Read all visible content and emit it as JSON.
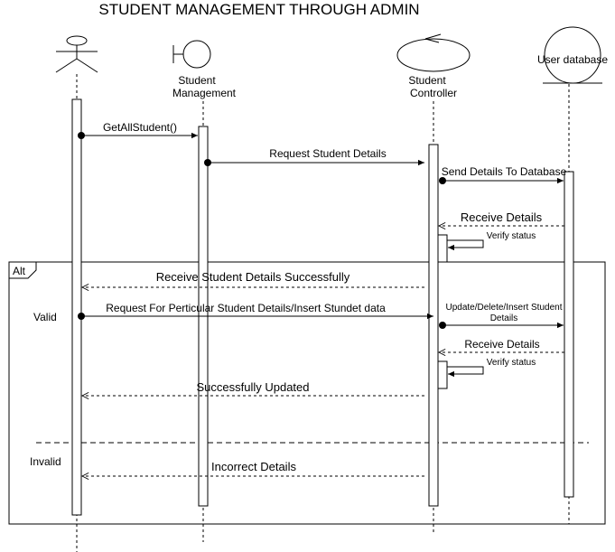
{
  "title": "STUDENT MANAGEMENT THROUGH ADMIN",
  "participants": {
    "actor": {
      "name": "",
      "icon": "actor-icon"
    },
    "boundary": {
      "name_line1": "Student",
      "name_line2": "Management",
      "icon": "boundary-icon"
    },
    "control": {
      "name_line1": "Student",
      "name_line2": "Controller",
      "icon": "control-icon"
    },
    "entity": {
      "name": "User database",
      "icon": "entity-icon"
    }
  },
  "messages": {
    "m1": "GetAllStudent()",
    "m2": "Request Student Details",
    "m3": "Send Details To Database",
    "m4": "Receive Details",
    "m5": "Verify status",
    "m6": "Receive Student Details Successfully",
    "m7": "Request For Perticular Student Details/Insert Stundet data",
    "m8_line1": "Update/Delete/Insert Student",
    "m8_line2": "Details",
    "m9": "Receive Details",
    "m10": "Verify status",
    "m11": "Successfully Updated",
    "m12": "Incorrect Details"
  },
  "fragment": {
    "operator": "Alt",
    "guard_valid": "Valid",
    "guard_invalid": "Invalid"
  }
}
